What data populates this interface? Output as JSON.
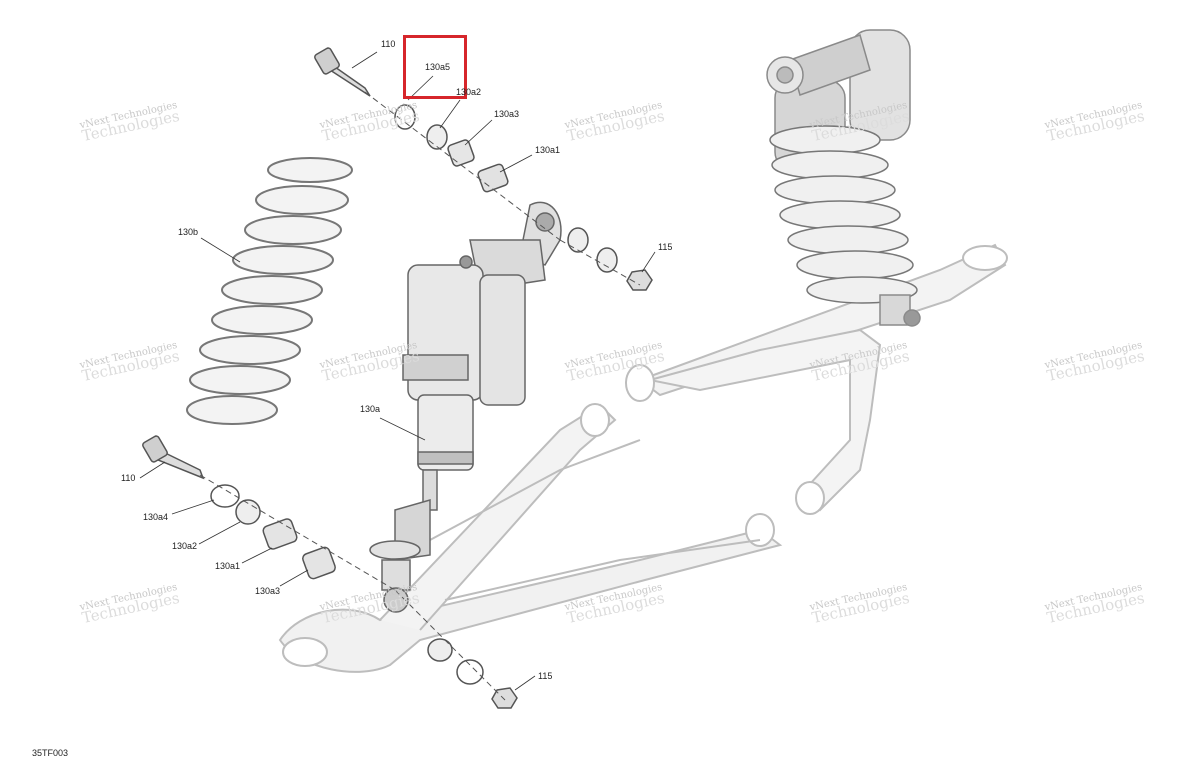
{
  "diagram": {
    "code": "35TF003",
    "highlight_color": "#d6262b",
    "highlighted_part": "130a5",
    "watermark": {
      "line1": "vNext Technologies",
      "line2": "Technologies"
    },
    "callouts": {
      "bolt_top": "110",
      "washer_top": "130a5",
      "bearing_top": "130a2",
      "spacer_top": "130a3",
      "bushing_top": "130a1",
      "nut_top": "115",
      "spring": "130b",
      "shock": "130a",
      "bolt_bottom": "110",
      "washer_bottom": "130a4",
      "bearing_bottom": "130a2",
      "bushing_bottom": "130a1",
      "spacer_bottom": "130a3",
      "nut_bottom": "115"
    }
  }
}
